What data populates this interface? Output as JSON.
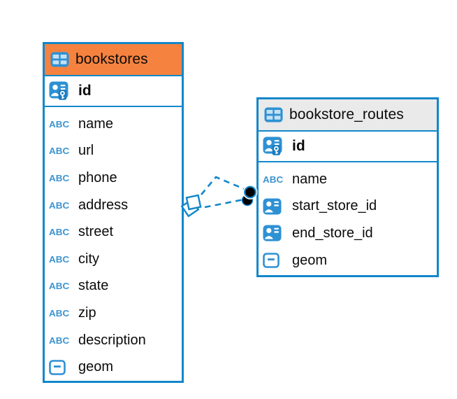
{
  "diagram": {
    "accent_blue": "#1287CB",
    "icon_blue": "#2E91D4",
    "text_icon_label": "ABC",
    "tables": [
      {
        "title": "bookstores",
        "header_bg": "#F6823F",
        "primary_key": {
          "name": "id",
          "icon": "user-key-icon"
        },
        "columns": [
          {
            "name": "name",
            "icon": "text-icon"
          },
          {
            "name": "url",
            "icon": "text-icon"
          },
          {
            "name": "phone",
            "icon": "text-icon"
          },
          {
            "name": "address",
            "icon": "text-icon"
          },
          {
            "name": "street",
            "icon": "text-icon"
          },
          {
            "name": "city",
            "icon": "text-icon"
          },
          {
            "name": "state",
            "icon": "text-icon"
          },
          {
            "name": "zip",
            "icon": "text-icon"
          },
          {
            "name": "description",
            "icon": "text-icon"
          },
          {
            "name": "geom",
            "icon": "geometry-icon"
          }
        ]
      },
      {
        "title": "bookstore_routes",
        "header_bg": "#EAEAEA",
        "primary_key": {
          "name": "id",
          "icon": "user-key-icon"
        },
        "columns": [
          {
            "name": "name",
            "icon": "text-icon"
          },
          {
            "name": "start_store_id",
            "icon": "user-ref-icon"
          },
          {
            "name": "end_store_id",
            "icon": "user-ref-icon"
          },
          {
            "name": "geom",
            "icon": "geometry-icon"
          }
        ]
      }
    ],
    "relationships": [
      {
        "from_table": "bookstore_routes",
        "from_column": "start_store_id",
        "to_table": "bookstores",
        "to_column": "id",
        "style": "dashed"
      },
      {
        "from_table": "bookstore_routes",
        "from_column": "end_store_id",
        "to_table": "bookstores",
        "to_column": "id",
        "style": "dashed"
      }
    ]
  }
}
